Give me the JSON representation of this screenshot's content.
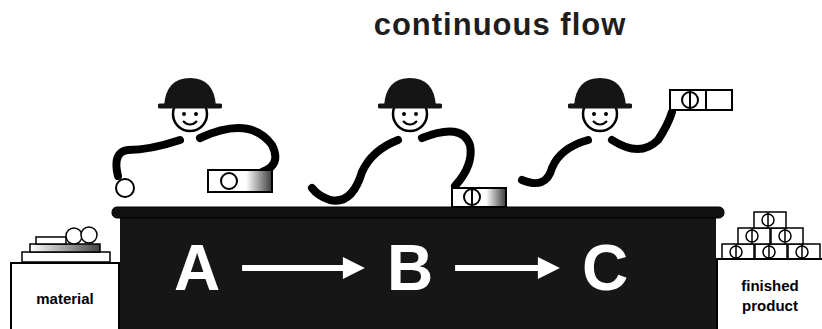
{
  "diagram": {
    "title": "continuous flow",
    "nodes": [
      {
        "text": [
          "material"
        ]
      },
      {
        "text": [
          "A"
        ]
      },
      {
        "text": [
          "B"
        ]
      },
      {
        "text": [
          "C"
        ]
      },
      {
        "text": [
          "finished product"
        ]
      }
    ],
    "edges": [
      {
        "from": 1,
        "to": 2,
        "arrow": "to"
      },
      {
        "from": 2,
        "to": 3,
        "arrow": "to"
      }
    ]
  }
}
